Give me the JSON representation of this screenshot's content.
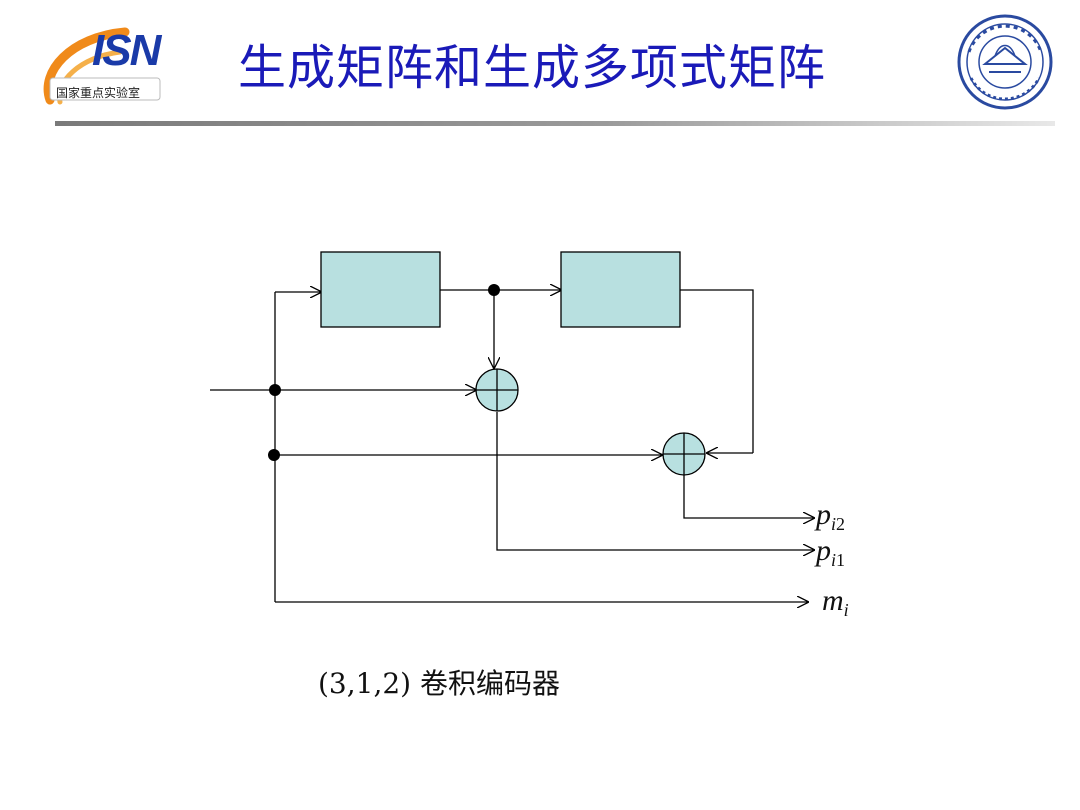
{
  "header": {
    "title": "生成矩阵和生成多项式矩阵",
    "logo_text": "ISN",
    "logo_subtitle": "国家重点实验室"
  },
  "diagram": {
    "caption": "(3,1,2) 卷积编码器",
    "outputs": [
      {
        "base": "p",
        "sub_i": "i",
        "sub_n": "2"
      },
      {
        "base": "p",
        "sub_i": "i",
        "sub_n": "1"
      },
      {
        "base": "m",
        "sub_i": "i",
        "sub_n": ""
      }
    ]
  },
  "colors": {
    "title": "#1a1ab8",
    "register_fill": "#b8e0e0",
    "adder_fill": "#b8e0e0",
    "line": "#000000"
  }
}
